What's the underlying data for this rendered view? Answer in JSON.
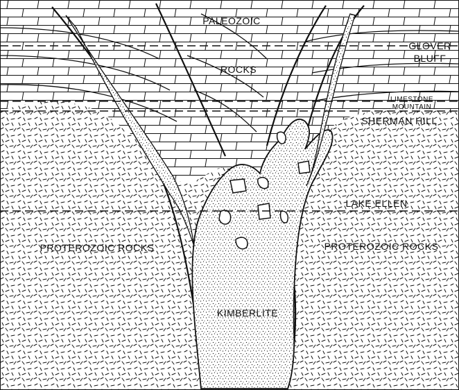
{
  "labels": {
    "paleozoic": "PALEOZOIC",
    "rocks": "ROCKS",
    "glover": "GLOVER",
    "bluff": "BLUFF",
    "limestone": "LIMESTONE",
    "mountain": "MOUNTAIN",
    "sherman_hill": "SHERMAN HILL",
    "lake_ellen": "LAKE ELLEN",
    "proterozoic_left": "PROTEROZOIC ROCKS",
    "proterozoic_right": "PROTEROZOIC ROCKS",
    "kimberlite": "KIMBERLITE"
  },
  "colors": {
    "ink": "#111111",
    "paper": "#ffffff"
  }
}
